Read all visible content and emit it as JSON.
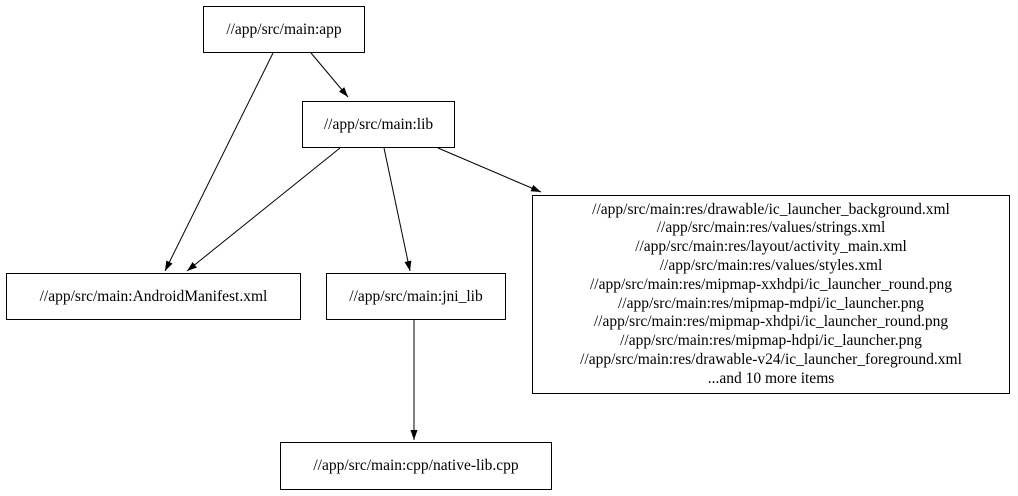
{
  "graph": {
    "background_color": "#ffffff",
    "node_border_color": "#000000",
    "edge_color": "#000000",
    "nodes": {
      "app": {
        "label": "//app/src/main:app"
      },
      "lib": {
        "label": "//app/src/main:lib"
      },
      "manifest": {
        "label": "//app/src/main:AndroidManifest.xml"
      },
      "jni_lib": {
        "label": "//app/src/main:jni_lib"
      },
      "native_lib": {
        "label": "//app/src/main:cpp/native-lib.cpp"
      },
      "res_group": {
        "lines": [
          "//app/src/main:res/drawable/ic_launcher_background.xml",
          "//app/src/main:res/values/strings.xml",
          "//app/src/main:res/layout/activity_main.xml",
          "//app/src/main:res/values/styles.xml",
          "//app/src/main:res/mipmap-xxhdpi/ic_launcher_round.png",
          "//app/src/main:res/mipmap-mdpi/ic_launcher.png",
          "//app/src/main:res/mipmap-xhdpi/ic_launcher_round.png",
          "//app/src/main:res/mipmap-hdpi/ic_launcher.png",
          "//app/src/main:res/drawable-v24/ic_launcher_foreground.xml",
          "...and 10 more items"
        ]
      }
    },
    "edges": [
      {
        "from": "app",
        "to": "lib"
      },
      {
        "from": "app",
        "to": "manifest"
      },
      {
        "from": "lib",
        "to": "manifest"
      },
      {
        "from": "lib",
        "to": "jni_lib"
      },
      {
        "from": "lib",
        "to": "res_group"
      },
      {
        "from": "jni_lib",
        "to": "native_lib"
      }
    ]
  }
}
